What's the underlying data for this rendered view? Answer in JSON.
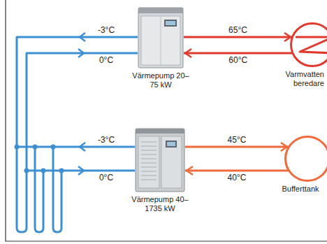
{
  "diagram": {
    "nodes": [
      {
        "text": [
          "Värmepump 20–75 kW"
        ]
      },
      {
        "text": [
          "Varmvatten beredare"
        ]
      },
      {
        "text": [
          "Värmepump 40–1735 kW"
        ]
      },
      {
        "text": [
          "Bufferttank"
        ]
      }
    ],
    "edges": [
      {
        "from": 0,
        "to": 1,
        "label": "65°C",
        "arrow": "to"
      },
      {
        "from": 1,
        "to": 0,
        "label": "60°C",
        "arrow": "to"
      },
      {
        "from": 2,
        "to": 3,
        "label": "45°C",
        "arrow": "to"
      },
      {
        "from": 3,
        "to": 2,
        "label": "40°C",
        "arrow": "to"
      }
    ],
    "labels": [
      "-3°C",
      "0°C",
      "-3°C",
      "0°C"
    ]
  }
}
